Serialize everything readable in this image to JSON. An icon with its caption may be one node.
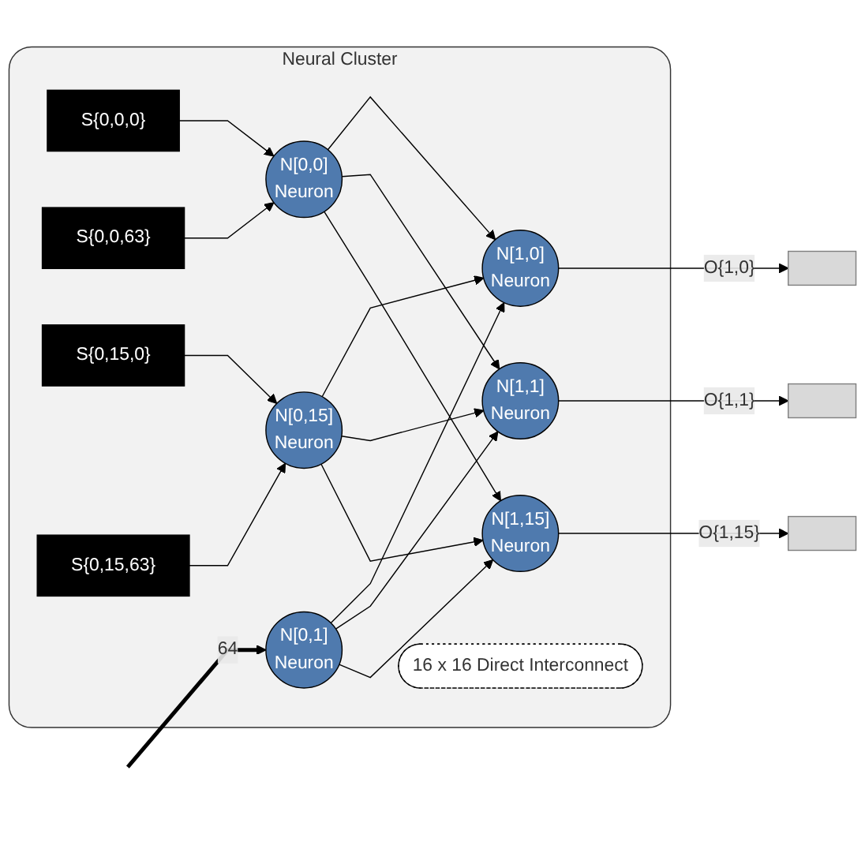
{
  "diagram": {
    "nodes": [
      {
        "text": [
          "Neural Cluster"
        ]
      },
      {
        "text": [
          "S{0,0,0}"
        ],
        "in": 0
      },
      {
        "text": [
          "S{0,0,63}"
        ],
        "in": 0
      },
      {
        "text": [
          "N[0,0]",
          "Neuron"
        ],
        "in": 0
      },
      {
        "text": [
          "N[0,1]",
          "Neuron"
        ],
        "in": 0
      },
      {
        "text": [
          "N[0,15]",
          "Neuron"
        ],
        "in": 0
      },
      {
        "text": [
          "S{0,15,0}"
        ],
        "in": 0
      },
      {
        "text": [
          "S{0,15,63}"
        ],
        "in": 0
      },
      {
        "text": [
          "N[1,0]",
          "Neuron"
        ],
        "in": 0
      },
      {
        "text": [
          "N[1,1]",
          "Neuron"
        ],
        "in": 0
      },
      {
        "text": [
          "N[1,15]",
          "Neuron"
        ],
        "in": 0
      },
      {
        "text": [
          "16 x 16 Direct Interconnect"
        ],
        "in": 0
      },
      {
        "text": [],
        "shape": "box"
      },
      {
        "text": [],
        "shape": "box"
      },
      {
        "text": [],
        "shape": "box"
      }
    ],
    "edges": [
      {
        "from": 1,
        "to": 3,
        "arrow": "to"
      },
      {
        "from": 2,
        "to": 3,
        "arrow": "to"
      },
      {
        "from": null,
        "to": 4,
        "arrow": "to",
        "label": "64",
        "style": "thick"
      },
      {
        "from": 6,
        "to": 5,
        "arrow": "to"
      },
      {
        "from": 7,
        "to": 5,
        "arrow": "to"
      },
      {
        "from": 3,
        "to": 8,
        "arrow": "to"
      },
      {
        "from": 3,
        "to": 9,
        "arrow": "to"
      },
      {
        "from": 3,
        "to": 10,
        "arrow": "to"
      },
      {
        "from": 4,
        "to": 8,
        "arrow": "to"
      },
      {
        "from": 4,
        "to": 9,
        "arrow": "to"
      },
      {
        "from": 4,
        "to": 10,
        "arrow": "to"
      },
      {
        "from": 5,
        "to": 8,
        "arrow": "to"
      },
      {
        "from": 5,
        "to": 9,
        "arrow": "to"
      },
      {
        "from": 5,
        "to": 10,
        "arrow": "to"
      },
      {
        "from": 8,
        "to": 12,
        "arrow": "to",
        "label": "O{1,0}"
      },
      {
        "from": 9,
        "to": 13,
        "arrow": "to",
        "label": "O{1,1}"
      },
      {
        "from": 10,
        "to": 14,
        "arrow": "to",
        "label": "O{1,15}"
      }
    ]
  }
}
